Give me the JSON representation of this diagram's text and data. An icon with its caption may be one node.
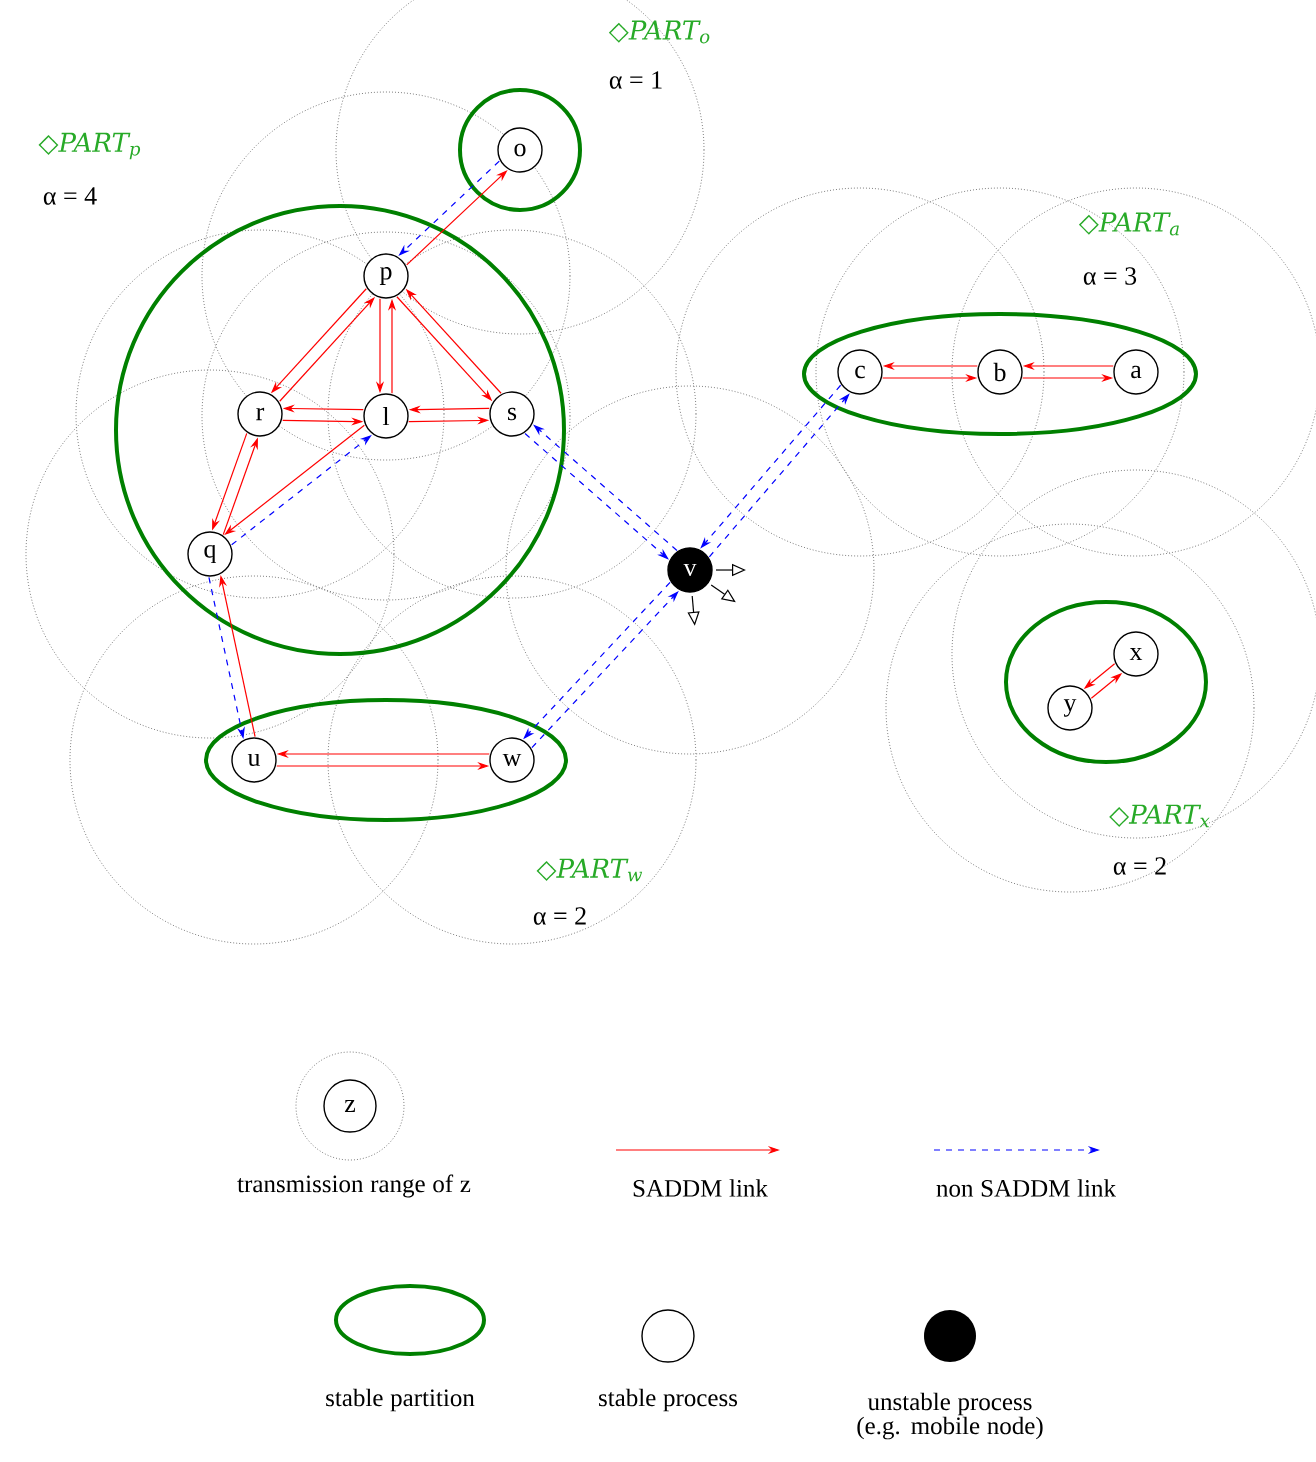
{
  "diagram": {
    "nodes": [
      {
        "text": [
          "◇PART$_{o}$",
          "α = 1"
        ]
      },
      {
        "text": [
          "o"
        ],
        "in": 0
      },
      {
        "text": [
          "◇PART$_{p}$",
          "α = 4"
        ]
      },
      {
        "text": [
          "p"
        ],
        "in": 2
      },
      {
        "text": [
          "r"
        ],
        "in": 2
      },
      {
        "text": [
          "l"
        ],
        "in": 2
      },
      {
        "text": [
          "s"
        ],
        "in": 2
      },
      {
        "text": [
          "q"
        ],
        "in": 2
      },
      {
        "text": [
          "◇PART$_{a}$",
          "α = 3"
        ]
      },
      {
        "text": [
          "c"
        ],
        "in": 8
      },
      {
        "text": [
          "b"
        ],
        "in": 8
      },
      {
        "text": [
          "a"
        ],
        "in": 8
      },
      {
        "text": [
          "v"
        ]
      },
      {
        "text": [
          "◇PART$_{x}$",
          "α = 2"
        ]
      },
      {
        "text": [
          "x"
        ],
        "in": 13
      },
      {
        "text": [
          "y"
        ],
        "in": 13
      },
      {
        "text": [
          "◇PART$_{w}$",
          "α = 2"
        ]
      },
      {
        "text": [
          "u"
        ],
        "in": 16
      },
      {
        "text": [
          "w"
        ],
        "in": 16
      }
    ],
    "edges": [
      {
        "from": 3,
        "to": 1,
        "arrow": "to"
      },
      {
        "from": 1,
        "to": 3,
        "arrow": "to",
        "style": "dashed",
        "color": "#0000ff"
      },
      {
        "from": 3,
        "to": 4,
        "arrow": "to"
      },
      {
        "from": 4,
        "to": 3,
        "arrow": "to"
      },
      {
        "from": 3,
        "to": 5,
        "arrow": "to"
      },
      {
        "from": 5,
        "to": 3,
        "arrow": "to"
      },
      {
        "from": 3,
        "to": 6,
        "arrow": "to"
      },
      {
        "from": 6,
        "to": 3,
        "arrow": "to"
      },
      {
        "from": 4,
        "to": 5,
        "arrow": "to"
      },
      {
        "from": 5,
        "to": 4,
        "arrow": "to"
      },
      {
        "from": 5,
        "to": 6,
        "arrow": "to"
      },
      {
        "from": 6,
        "to": 5,
        "arrow": "to"
      },
      {
        "from": 4,
        "to": 7,
        "arrow": "to"
      },
      {
        "from": 7,
        "to": 4,
        "arrow": "to"
      },
      {
        "from": 5,
        "to": 7,
        "arrow": "to"
      },
      {
        "from": 7,
        "to": 5,
        "arrow": "to",
        "style": "dashed",
        "color": "#0000ff"
      },
      {
        "from": 7,
        "to": 17,
        "arrow": "to",
        "style": "dashed",
        "color": "#0000ff"
      },
      {
        "from": 17,
        "to": 7,
        "arrow": "to"
      },
      {
        "from": 17,
        "to": 18,
        "arrow": "to"
      },
      {
        "from": 18,
        "to": 17,
        "arrow": "to"
      },
      {
        "from": 6,
        "to": 12,
        "arrow": "to",
        "style": "dashed",
        "color": "#0000ff"
      },
      {
        "from": 12,
        "to": 6,
        "arrow": "to",
        "style": "dashed",
        "color": "#0000ff"
      },
      {
        "from": 9,
        "to": 12,
        "arrow": "to",
        "style": "dashed",
        "color": "#0000ff"
      },
      {
        "from": 12,
        "to": 9,
        "arrow": "to",
        "style": "dashed",
        "color": "#0000ff"
      },
      {
        "from": 18,
        "to": 12,
        "arrow": "to",
        "style": "dashed",
        "color": "#0000ff"
      },
      {
        "from": 12,
        "to": 18,
        "arrow": "to",
        "style": "dashed",
        "color": "#0000ff"
      },
      {
        "from": 10,
        "to": 9,
        "arrow": "to"
      },
      {
        "from": 9,
        "to": 10,
        "arrow": "to"
      },
      {
        "from": 11,
        "to": 10,
        "arrow": "to"
      },
      {
        "from": 10,
        "to": 11,
        "arrow": "to"
      },
      {
        "from": 15,
        "to": 14,
        "arrow": "to"
      },
      {
        "from": 14,
        "to": 15,
        "arrow": "to"
      }
    ],
    "labels": [
      "z"
    ],
    "legend": [
      {
        "text": "transmission range of z"
      },
      {
        "text": "SADDM link"
      },
      {
        "text": "non SADDM link"
      },
      {
        "text": "stable partition"
      },
      {
        "text": "stable process"
      },
      {
        "text": "unstable process (e.g. mobile node)"
      }
    ]
  }
}
